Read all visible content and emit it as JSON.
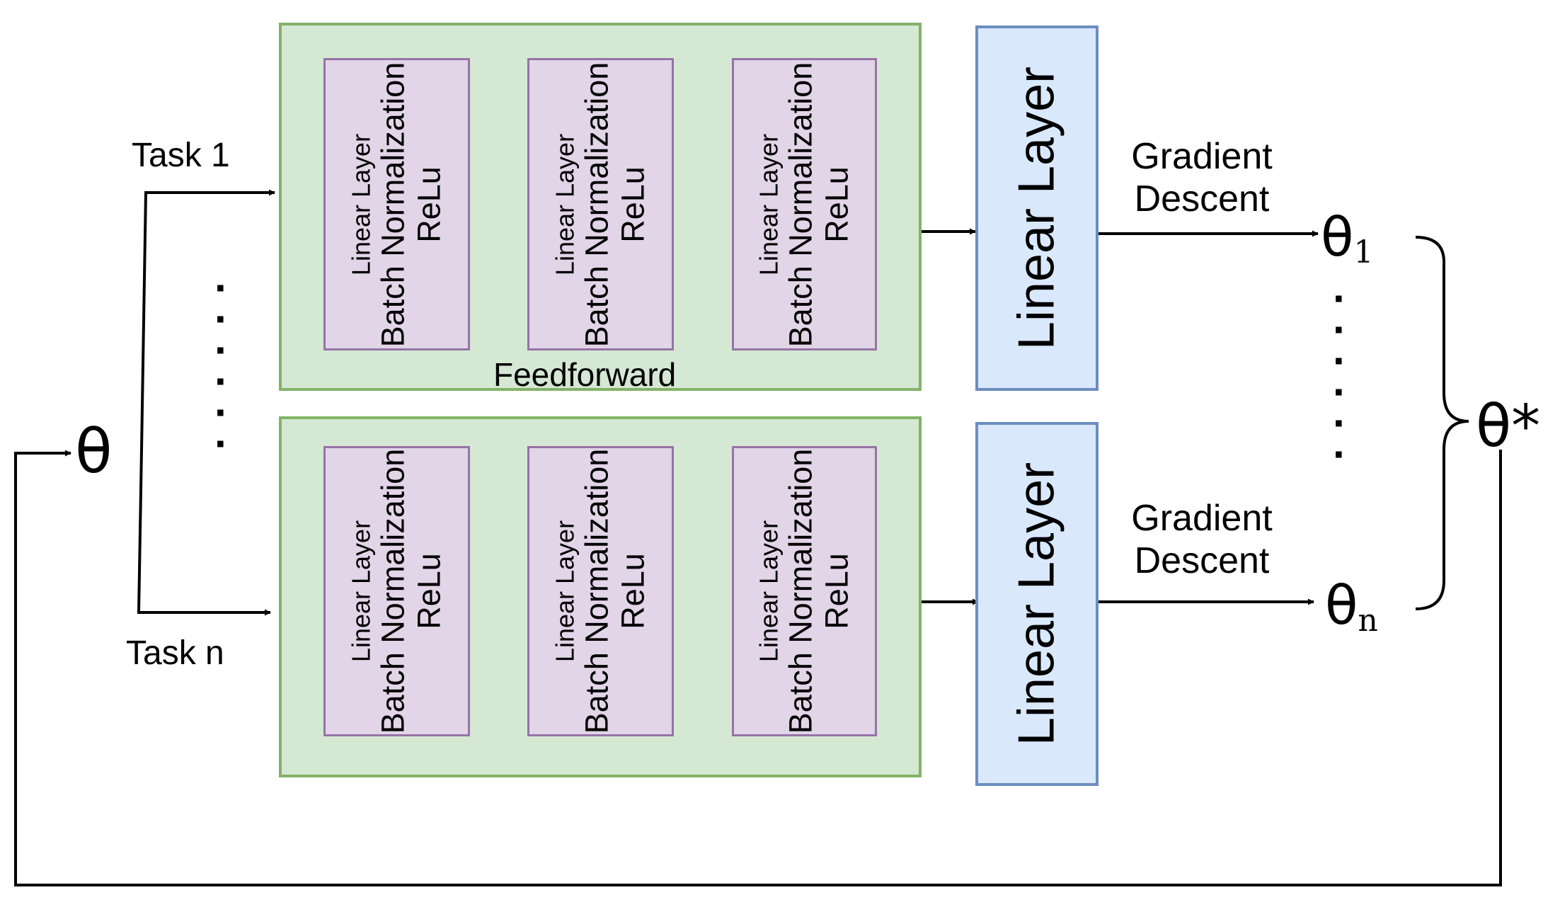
{
  "task_top_label": "Task 1",
  "task_bottom_label": "Task n",
  "feedforward_label": "Feedforward",
  "block": {
    "line1": "Linear Layer",
    "line2": "Batch Normalization",
    "line3": "ReLu"
  },
  "linear_layer_label": "Linear Layer",
  "gradient_descent": {
    "line1": "Gradient",
    "line2": "Descent"
  },
  "theta": "θ",
  "theta_1_sub": "1",
  "theta_n_sub": "n",
  "theta_star": "θ*",
  "colors": {
    "feedforward_fill": "#d5e8d4",
    "feedforward_border": "#82b366",
    "block_fill": "#e1d5e7",
    "block_border": "#9673a6",
    "linear_fill": "#dae8fc",
    "linear_border": "#6c8ebf"
  }
}
